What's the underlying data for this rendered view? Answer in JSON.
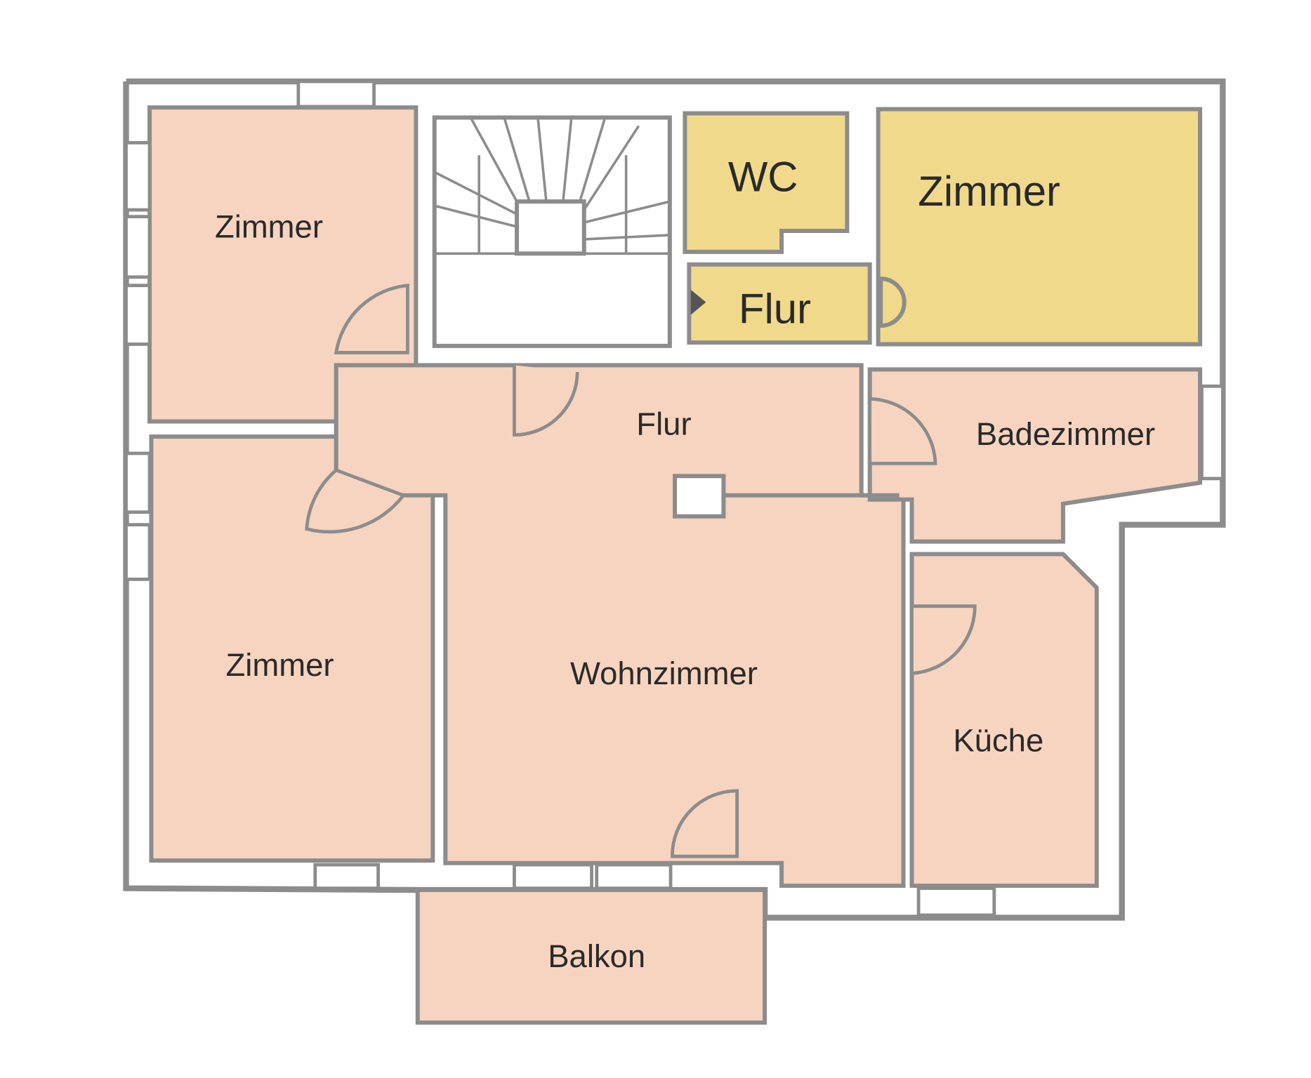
{
  "title": "Grundriss",
  "colors": {
    "room_peach": "#f6d4bf",
    "room_yellow": "#f1d98b",
    "wall": "#8c8c8c"
  },
  "rooms": {
    "zimmer_top_left": "Zimmer",
    "zimmer_bottom_left": "Zimmer",
    "wc": "WC",
    "zimmer_top_right": "Zimmer",
    "flur_small": "Flur",
    "flur_main": "Flur",
    "badezimmer": "Badezimmer",
    "wohnzimmer": "Wohnzimmer",
    "kueche": "Küche",
    "balkon": "Balkon"
  }
}
